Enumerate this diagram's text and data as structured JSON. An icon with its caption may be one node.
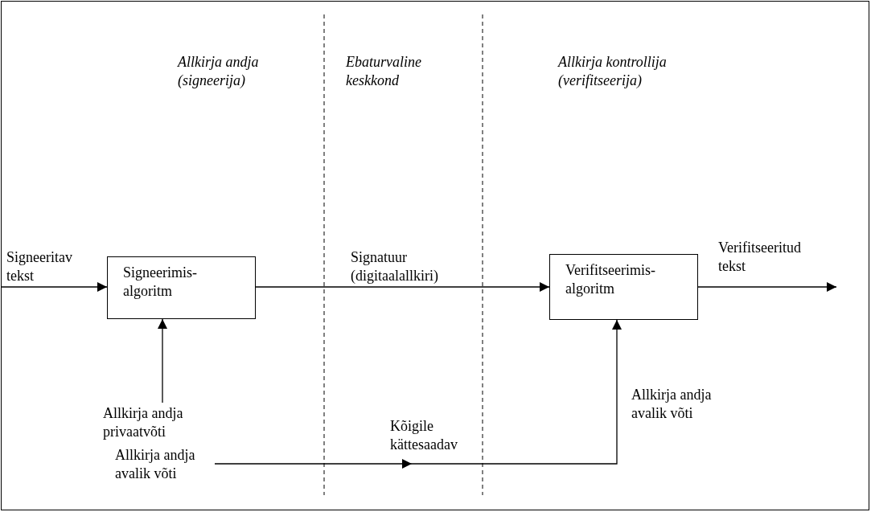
{
  "diagram": {
    "nodes": [
      {
        "text": [
          "Signeerimis-algoritm"
        ]
      },
      {
        "text": [
          "Verifitseerimis-algoritm"
        ]
      },
      {
        "text": [
          "Allkirja andja privaatvõti"
        ]
      },
      {
        "text": [
          "Allkirja andja avalik võti"
        ]
      }
    ],
    "edges": [
      {
        "from": null,
        "to": 0,
        "arrow": "to",
        "label": "Signeeritav tekst"
      },
      {
        "from": 0,
        "to": 1,
        "arrow": "to",
        "label": "Signatuur (digitaalallkiri)"
      },
      {
        "from": 1,
        "to": null,
        "arrow": "to",
        "label": "Verifitseeritud tekst"
      },
      {
        "from": 2,
        "to": 0,
        "arrow": "to"
      },
      {
        "from": 3,
        "to": 1,
        "arrow": "to",
        "label": "Kõigile kättesaadav"
      }
    ],
    "labels": [
      "Allkirja andja (signeerija)",
      "Ebaturvaline keskkond",
      "Allkirja kontrollija (verifitseerija)",
      "Allkirja andja avalik võti"
    ]
  }
}
